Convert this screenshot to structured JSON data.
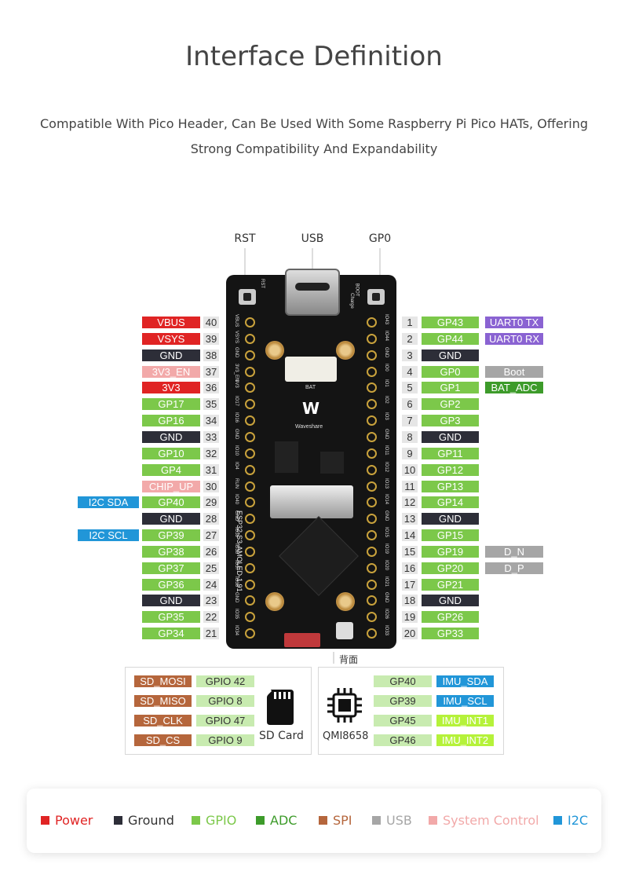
{
  "header": {
    "title": "Interface Definition",
    "subtitle_line1": "Compatible With Pico Header, Can Be Used With Some Raspberry Pi Pico HATs, Offering",
    "subtitle_line2": "Strong Compatibility And Expandability"
  },
  "top_labels": {
    "rst": "RST",
    "usb": "USB",
    "gp0": "GP0"
  },
  "board": {
    "name": "ESP32-S3-AMOLED-1.91",
    "brand": "Waveshare",
    "bat": "BAT",
    "rst_silk": "RST",
    "boot_silk": "BOOT",
    "charge_silk": "Charge",
    "back_label": "背面"
  },
  "left_pins": [
    {
      "num": "40",
      "label": "VBUS",
      "type": "power"
    },
    {
      "num": "39",
      "label": "VSYS",
      "type": "power"
    },
    {
      "num": "38",
      "label": "GND",
      "type": "ground"
    },
    {
      "num": "37",
      "label": "3V3_EN",
      "type": "sys"
    },
    {
      "num": "36",
      "label": "3V3",
      "type": "power"
    },
    {
      "num": "35",
      "label": "GP17",
      "type": "gpio"
    },
    {
      "num": "34",
      "label": "GP16",
      "type": "gpio"
    },
    {
      "num": "33",
      "label": "GND",
      "type": "ground"
    },
    {
      "num": "32",
      "label": "GP10",
      "type": "gpio"
    },
    {
      "num": "31",
      "label": "GP4",
      "type": "gpio"
    },
    {
      "num": "30",
      "label": "CHIP_UP",
      "type": "sys"
    },
    {
      "num": "29",
      "label": "GP40",
      "type": "gpio",
      "extra": "I2C SDA"
    },
    {
      "num": "28",
      "label": "GND",
      "type": "ground"
    },
    {
      "num": "27",
      "label": "GP39",
      "type": "gpio",
      "extra": "I2C SCL"
    },
    {
      "num": "26",
      "label": "GP38",
      "type": "gpio"
    },
    {
      "num": "25",
      "label": "GP37",
      "type": "gpio"
    },
    {
      "num": "24",
      "label": "GP36",
      "type": "gpio"
    },
    {
      "num": "23",
      "label": "GND",
      "type": "ground"
    },
    {
      "num": "22",
      "label": "GP35",
      "type": "gpio"
    },
    {
      "num": "21",
      "label": "GP34",
      "type": "gpio"
    }
  ],
  "right_pins": [
    {
      "num": "1",
      "label": "GP43",
      "type": "gpio",
      "extra": "UART0 TX",
      "extra_type": "uart"
    },
    {
      "num": "2",
      "label": "GP44",
      "type": "gpio",
      "extra": "UART0 RX",
      "extra_type": "uart"
    },
    {
      "num": "3",
      "label": "GND",
      "type": "ground"
    },
    {
      "num": "4",
      "label": "GP0",
      "type": "gpio",
      "extra": "Boot",
      "extra_type": "usb"
    },
    {
      "num": "5",
      "label": "GP1",
      "type": "gpio",
      "extra": "BAT_ADC",
      "extra_type": "adc"
    },
    {
      "num": "6",
      "label": "GP2",
      "type": "gpio"
    },
    {
      "num": "7",
      "label": "GP3",
      "type": "gpio"
    },
    {
      "num": "8",
      "label": "GND",
      "type": "ground"
    },
    {
      "num": "9",
      "label": "GP11",
      "type": "gpio"
    },
    {
      "num": "10",
      "label": "GP12",
      "type": "gpio"
    },
    {
      "num": "11",
      "label": "GP13",
      "type": "gpio"
    },
    {
      "num": "12",
      "label": "GP14",
      "type": "gpio"
    },
    {
      "num": "13",
      "label": "GND",
      "type": "ground"
    },
    {
      "num": "14",
      "label": "GP15",
      "type": "gpio"
    },
    {
      "num": "15",
      "label": "GP19",
      "type": "gpio",
      "extra": "D_N",
      "extra_type": "usb"
    },
    {
      "num": "16",
      "label": "GP20",
      "type": "gpio",
      "extra": "D_P",
      "extra_type": "usb"
    },
    {
      "num": "17",
      "label": "GP21",
      "type": "gpio"
    },
    {
      "num": "18",
      "label": "GND",
      "type": "ground"
    },
    {
      "num": "19",
      "label": "GP26",
      "type": "gpio"
    },
    {
      "num": "20",
      "label": "GP33",
      "type": "gpio"
    }
  ],
  "left_silk": [
    "VBUS",
    "VSYS",
    "GND",
    "3V3_EN",
    "3V3",
    "IO17",
    "IO16",
    "GND",
    "IO10",
    "IO4",
    "RUN",
    "IO40",
    "GND",
    "IO39",
    "IO38",
    "IO37",
    "IO36",
    "GND",
    "IO35",
    "IO34"
  ],
  "right_silk": [
    "IO43",
    "IO44",
    "GND",
    "IO0",
    "IO1",
    "IO2",
    "IO3",
    "GND",
    "IO11",
    "IO12",
    "IO13",
    "IO14",
    "GND",
    "IO15",
    "IO19",
    "IO20",
    "IO21",
    "GND",
    "IO26",
    "IO33"
  ],
  "sd_card": {
    "caption": "SD Card",
    "rows": [
      {
        "sig": "SD_MOSI",
        "gpio": "GPIO 42"
      },
      {
        "sig": "SD_MISO",
        "gpio": "GPIO 8"
      },
      {
        "sig": "SD_CLK",
        "gpio": "GPIO 47"
      },
      {
        "sig": "SD_CS",
        "gpio": "GPIO 9"
      }
    ]
  },
  "imu": {
    "caption": "QMI8658",
    "rows": [
      {
        "gpio": "GP40",
        "sig": "IMU_SDA",
        "type": "i2c"
      },
      {
        "gpio": "GP39",
        "sig": "IMU_SCL",
        "type": "i2c"
      },
      {
        "gpio": "GP45",
        "sig": "IMU_INT1",
        "type": "int"
      },
      {
        "gpio": "GP46",
        "sig": "IMU_INT2",
        "type": "int"
      }
    ]
  },
  "legend": [
    {
      "label": "Power",
      "color": "#e02424"
    },
    {
      "label": "Ground",
      "color": "#2d2e38"
    },
    {
      "label": "GPIO",
      "color": "#7cc84a"
    },
    {
      "label": "ADC",
      "color": "#3d9b2a"
    },
    {
      "label": "SPI",
      "color": "#b5663c"
    },
    {
      "label": "USB",
      "color": "#a6a6a6"
    },
    {
      "label": "System Control",
      "color": "#f2a9a9"
    },
    {
      "label": "I2C",
      "color": "#2196d8"
    }
  ]
}
